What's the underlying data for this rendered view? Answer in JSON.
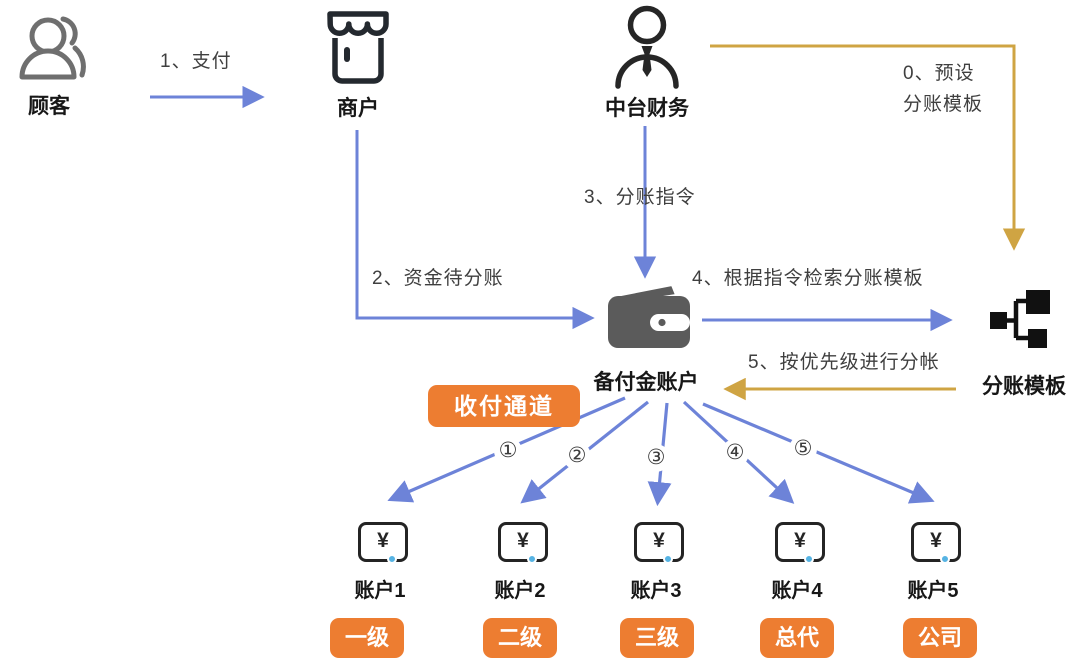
{
  "colors": {
    "arrow_blue": "#6D83D8",
    "arrow_gold": "#CFA443",
    "badge_orange": "#ED7D31",
    "icon_dark": "#24292F",
    "icon_gray": "#6F6F6F",
    "wallet_gray": "#5B5B5B",
    "card_dot_blue": "#56B3E3"
  },
  "nodes": {
    "customer": {
      "label": "顾客"
    },
    "merchant": {
      "label": "商户"
    },
    "finance": {
      "label": "中台财务"
    },
    "reserve_account": {
      "label": "备付金账户"
    },
    "split_template": {
      "label": "分账模板"
    },
    "payment_channel": {
      "label": "收付通道"
    }
  },
  "flows": {
    "step0_line1": "0、预设",
    "step0_line2": "分账模板",
    "step1": "1、支付",
    "step2": "2、资金待分账",
    "step3": "3、分账指令",
    "step4": "4、根据指令检索分账模板",
    "step5": "5、按优先级进行分帐"
  },
  "split_markers": [
    "①",
    "②",
    "③",
    "④",
    "⑤"
  ],
  "accounts": [
    {
      "label": "账户1",
      "badge": "一级"
    },
    {
      "label": "账户2",
      "badge": "二级"
    },
    {
      "label": "账户3",
      "badge": "三级"
    },
    {
      "label": "账户4",
      "badge": "总代"
    },
    {
      "label": "账户5",
      "badge": "公司"
    }
  ],
  "currency_symbol": "¥"
}
